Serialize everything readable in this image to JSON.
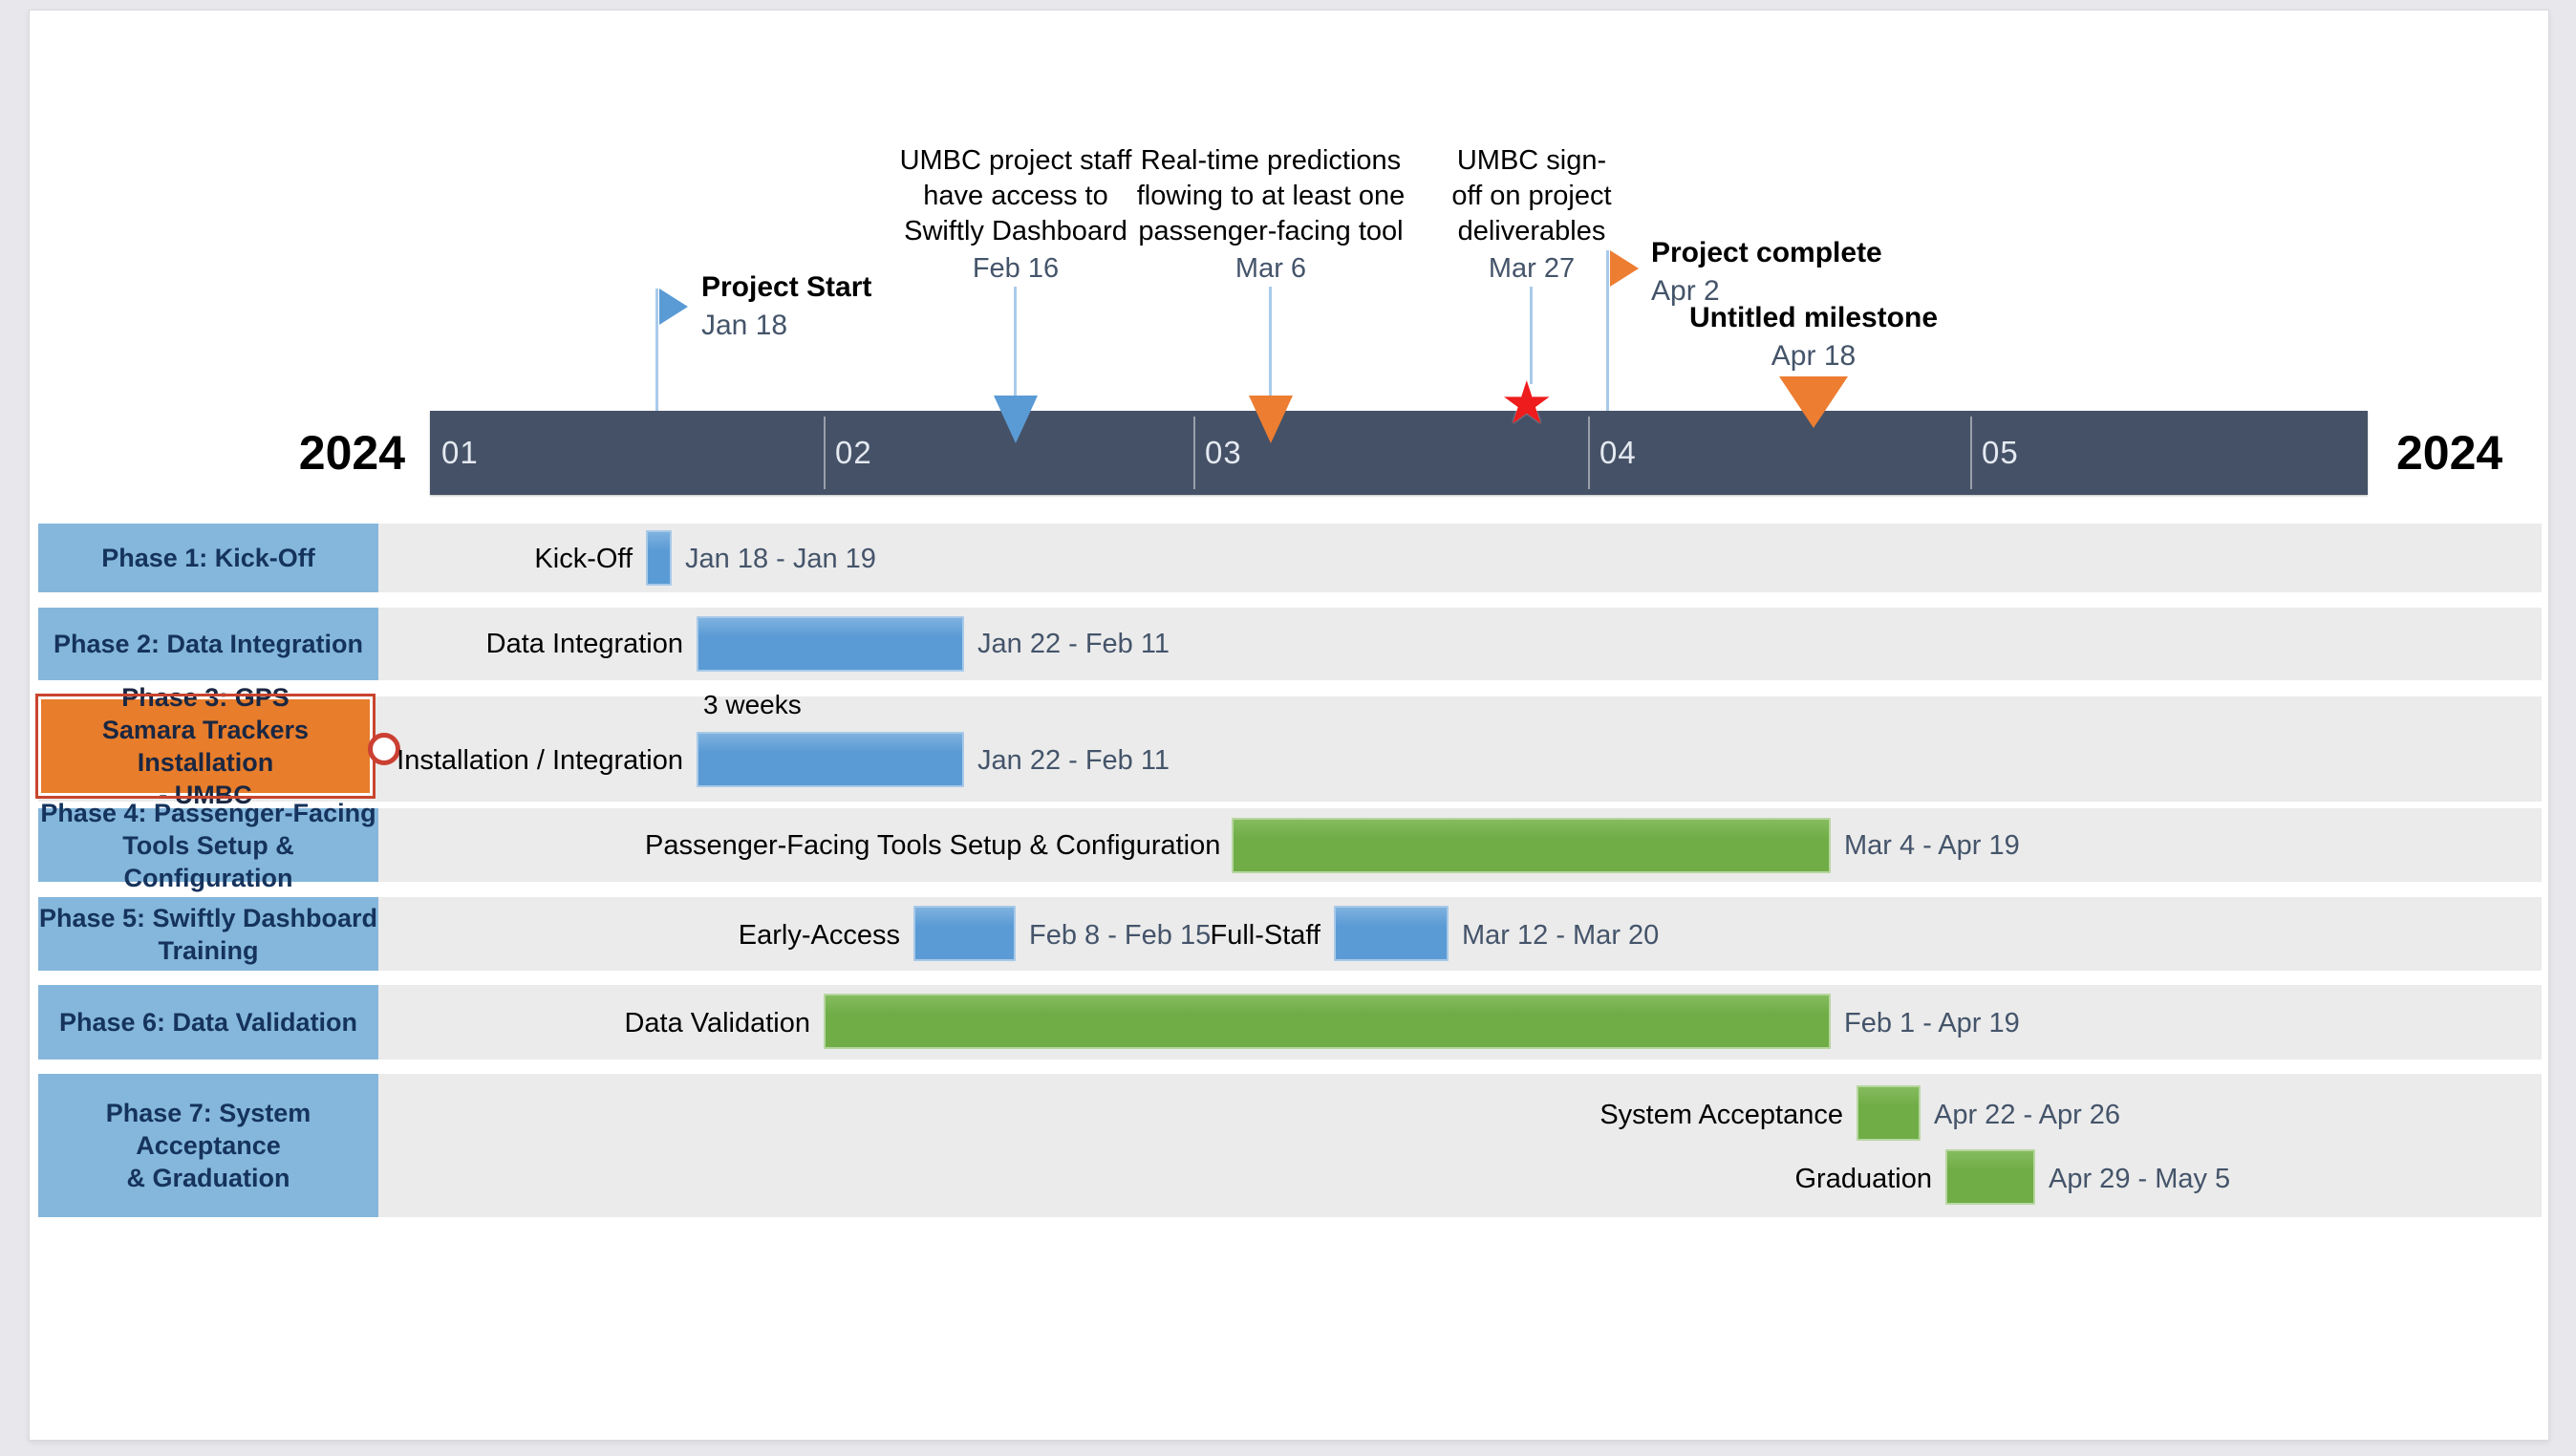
{
  "chart_data": {
    "type": "gantt",
    "year": "2024",
    "axis": {
      "months": [
        "01",
        "02",
        "03",
        "04",
        "05"
      ],
      "start": "Jan 1, 2024",
      "end": "May 31, 2024",
      "band_color": "#455166"
    },
    "colors": {
      "phase_blue": "#85b7dc",
      "phase_selected_orange": "#e87d2b",
      "selection_ring": "#c9452e",
      "bar_blue": "#5b9bd5",
      "bar_green": "#70ad47",
      "milestone_blue": "#5b9bd5",
      "milestone_orange": "#ed7d31",
      "star_red": "#ee1c1c",
      "date_text": "#44546a",
      "row_stripe": "#ebebeb"
    },
    "phases": [
      {
        "label": "Phase 1: Kick-Off",
        "lines": [
          "Phase 1: Kick-Off"
        ],
        "selected": false,
        "tasks": [
          {
            "name": "Kick-Off",
            "start": "Jan 18",
            "end": "Jan 19",
            "date_label": "Jan 18 - Jan 19",
            "color": "blue"
          }
        ]
      },
      {
        "label": "Phase 2: Data Integration",
        "lines": [
          "Phase 2: Data Integration"
        ],
        "selected": false,
        "tasks": [
          {
            "name": "Data Integration",
            "start": "Jan 22",
            "end": "Feb 11",
            "date_label": "Jan 22 - Feb 11",
            "color": "blue"
          }
        ]
      },
      {
        "label": "Phase 3: GPS Samara Trackers Installation - UMBC",
        "lines": [
          "Phase 3: GPS",
          "Samara Trackers Installation",
          "- UMBC"
        ],
        "selected": true,
        "tasks": [
          {
            "name": "Installation / Integration",
            "start": "Jan 22",
            "end": "Feb 11",
            "date_label": "Jan 22 - Feb 11",
            "duration_label": "3 weeks",
            "color": "blue"
          }
        ]
      },
      {
        "label": "Phase 4: Passenger-Facing Tools Setup & Configuration",
        "lines": [
          "Phase 4: Passenger-Facing",
          "Tools Setup & Configuration"
        ],
        "selected": false,
        "tasks": [
          {
            "name": "Passenger-Facing Tools Setup & Configuration",
            "start": "Mar 4",
            "end": "Apr 19",
            "date_label": "Mar 4 - Apr 19",
            "color": "green"
          }
        ]
      },
      {
        "label": "Phase 5: Swiftly Dashboard Training",
        "lines": [
          "Phase 5: Swiftly Dashboard",
          "Training"
        ],
        "selected": false,
        "tasks": [
          {
            "name": "Early-Access",
            "start": "Feb 8",
            "end": "Feb 15",
            "date_label": "Feb 8 - Feb 15",
            "color": "blue"
          },
          {
            "name": "Full-Staff",
            "start": "Mar 12",
            "end": "Mar 20",
            "date_label": "Mar 12 - Mar 20",
            "color": "blue"
          }
        ]
      },
      {
        "label": "Phase 6: Data Validation",
        "lines": [
          "Phase 6: Data Validation"
        ],
        "selected": false,
        "tasks": [
          {
            "name": "Data Validation",
            "start": "Feb 1",
            "end": "Apr 19",
            "date_label": "Feb 1 - Apr 19",
            "color": "green"
          }
        ]
      },
      {
        "label": "Phase 7: System Acceptance & Graduation",
        "lines": [
          "Phase 7: System Acceptance",
          "& Graduation"
        ],
        "selected": false,
        "tasks": [
          {
            "name": "System Acceptance",
            "start": "Apr 22",
            "end": "Apr 26",
            "date_label": "Apr 22 - Apr 26",
            "color": "green"
          },
          {
            "name": "Graduation",
            "start": "Apr 29",
            "end": "May 5",
            "date_label": "Apr 29 - May 5",
            "color": "green"
          }
        ]
      }
    ],
    "milestones": [
      {
        "title": "Project Start",
        "date": "Jan 18",
        "marker": "blue-flag"
      },
      {
        "title": "UMBC project staff have access to Swiftly Dashboard",
        "lines": [
          "UMBC project staff",
          "have access to",
          "Swiftly Dashboard"
        ],
        "date": "Feb 16",
        "marker": "blue-down-arrow"
      },
      {
        "title": "Real-time predictions flowing to at least one passenger-facing tool",
        "lines": [
          "Real-time predictions",
          "flowing to at least one",
          "passenger-facing tool"
        ],
        "date": "Mar 6",
        "marker": "orange-down-arrow"
      },
      {
        "title": "UMBC sign-off on project deliverables",
        "lines": [
          "UMBC sign-",
          "off on project",
          "deliverables"
        ],
        "date": "Mar 27",
        "marker": "red-star"
      },
      {
        "title": "Project complete",
        "date": "Apr 2",
        "marker": "orange-flag"
      },
      {
        "title": "Untitled milestone",
        "date": "Apr 18",
        "marker": "orange-down-triangle"
      }
    ]
  }
}
